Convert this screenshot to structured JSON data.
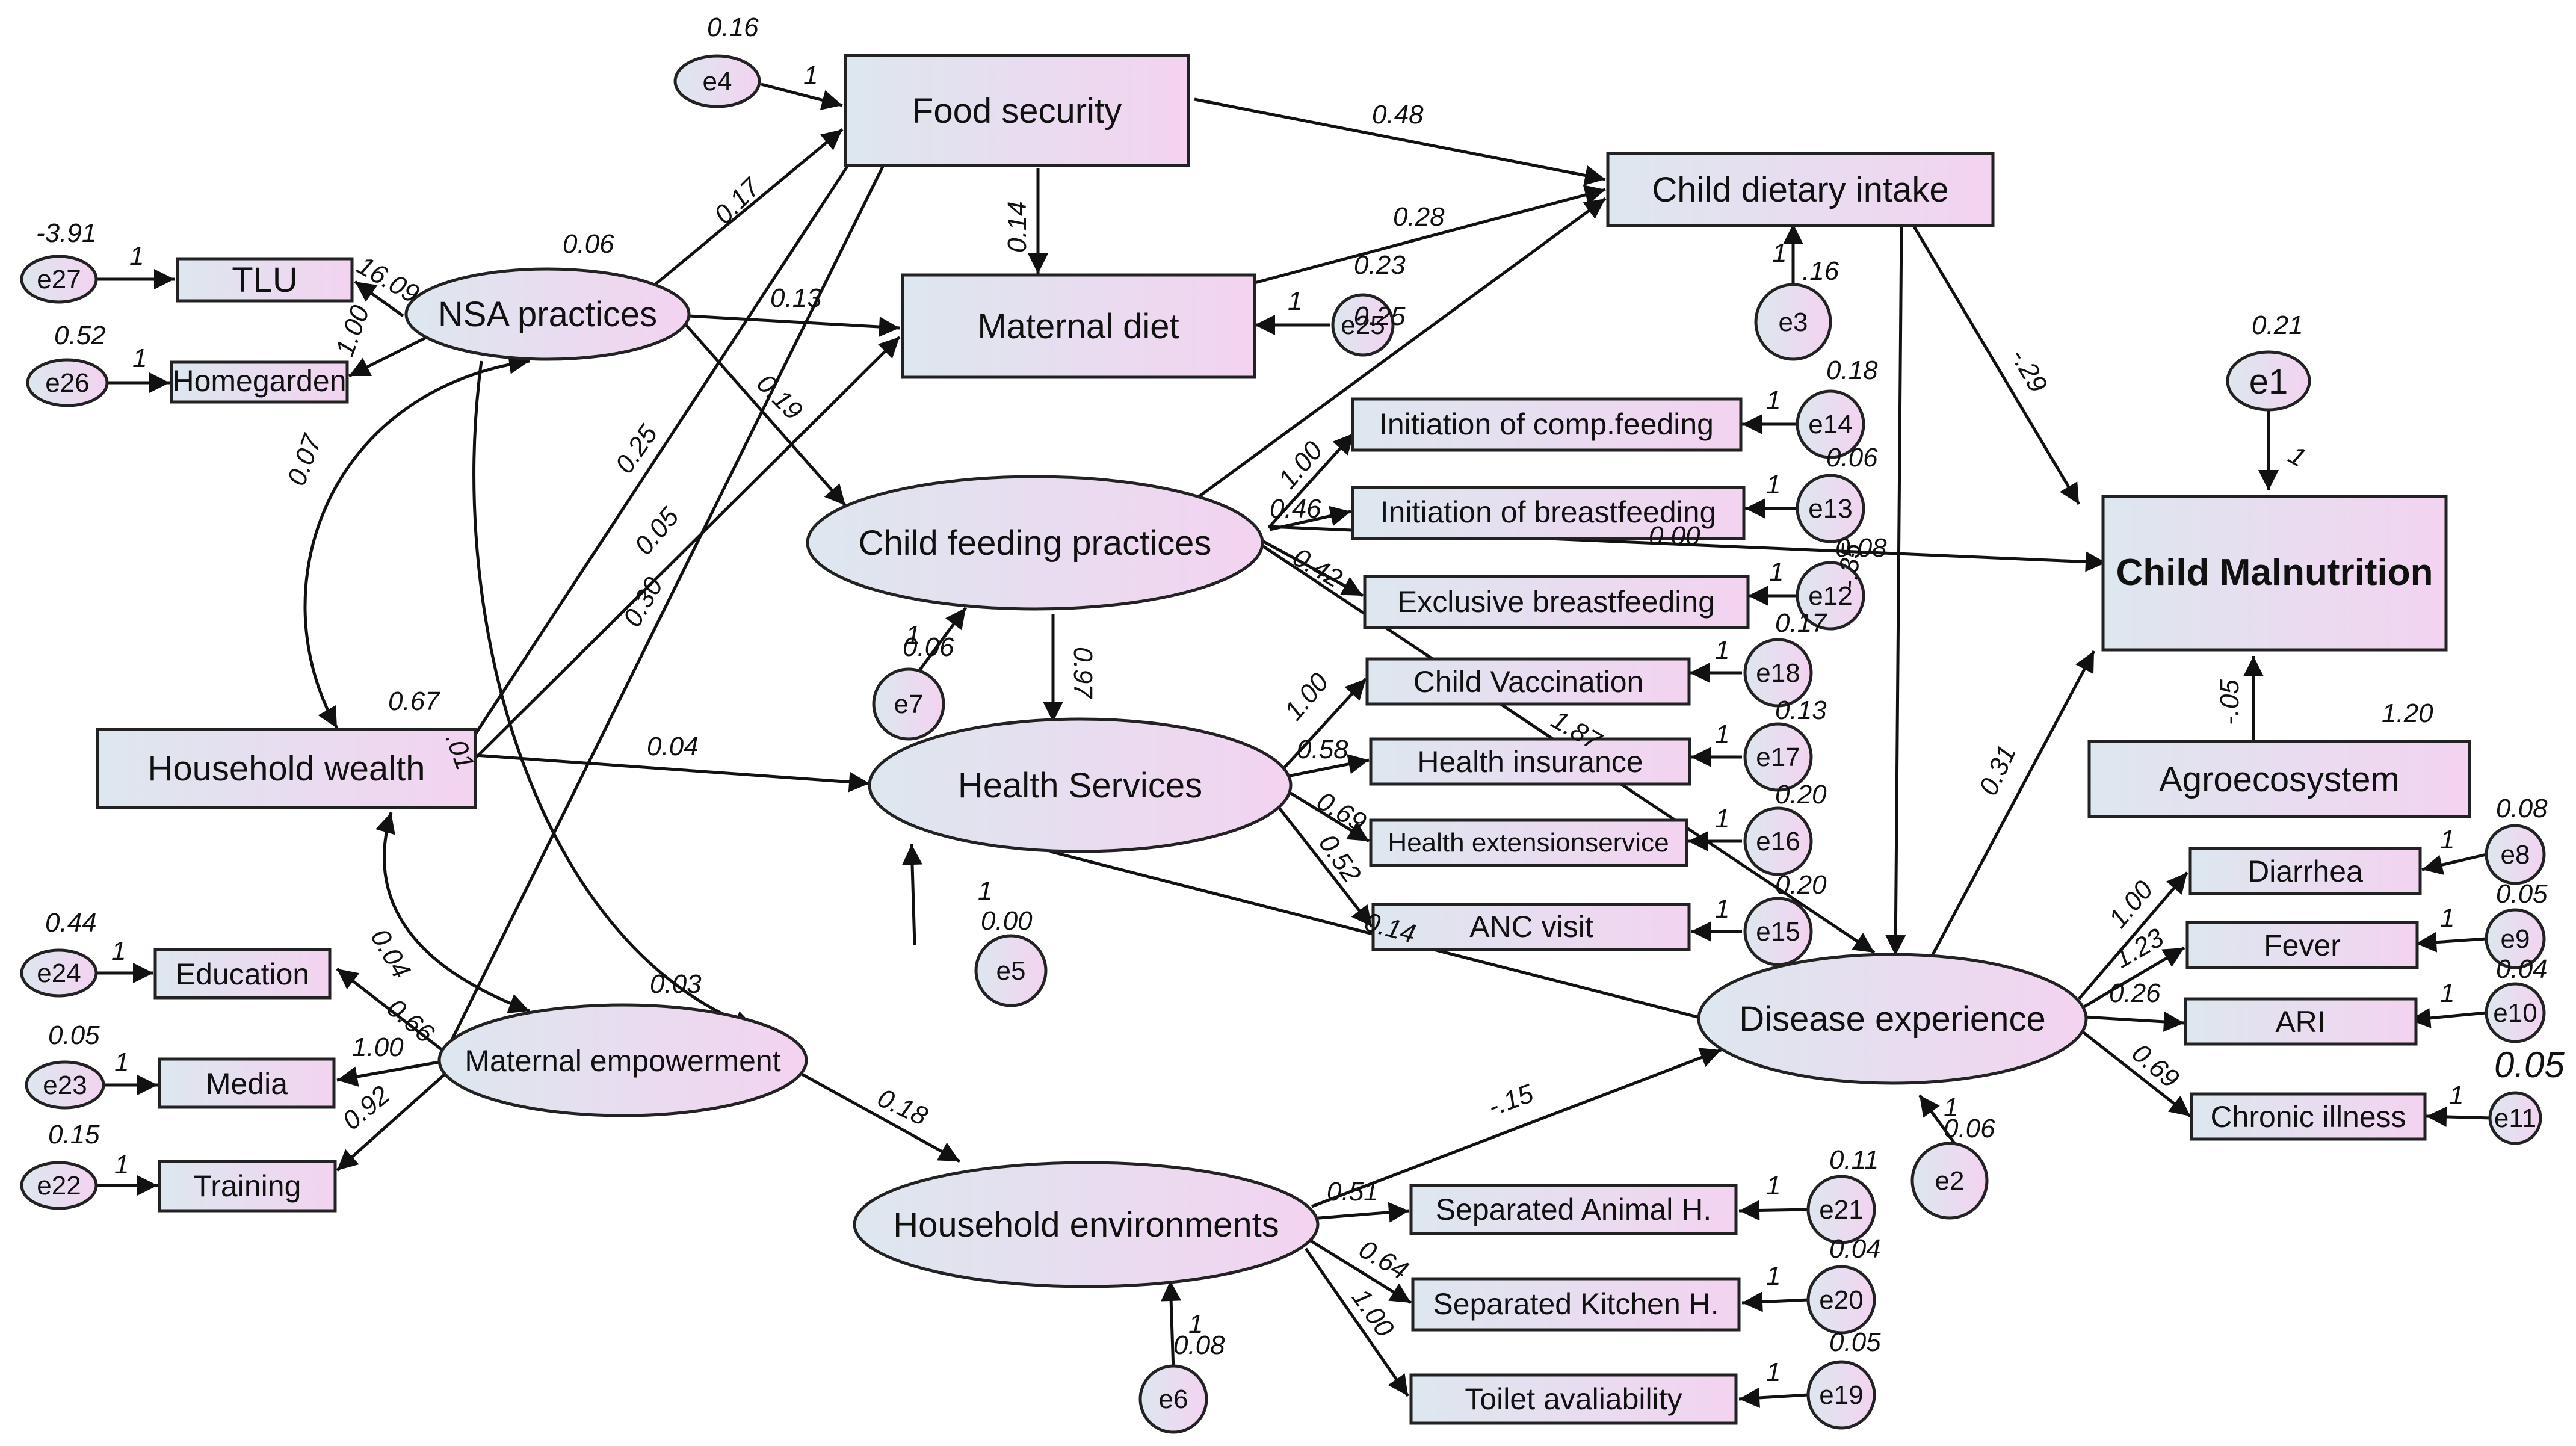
{
  "nodes": {
    "food_security": "Food security",
    "child_dietary_intake": "Child dietary intake",
    "maternal_diet": "Maternal diet",
    "nsa_practices": "NSA practices",
    "tlu": "TLU",
    "homegarden": "Homegarden",
    "child_feeding_practices": "Child feeding practices",
    "initiation_comp_feeding": "Initiation of comp.feeding",
    "initiation_breastfeeding": "Initiation of breastfeeding",
    "exclusive_breastfeeding": "Exclusive breastfeeding",
    "child_malnutrition": "Child Malnutrition",
    "household_wealth": "Household wealth",
    "health_services": "Health Services",
    "child_vaccination": "Child Vaccination",
    "health_insurance": "Health insurance",
    "health_extension": "Health extensionservice",
    "anc_visit": "ANC visit",
    "agroecosystem": "Agroecosystem",
    "education": "Education",
    "media": "Media",
    "training": "Training",
    "maternal_empowerment": "Maternal empowerment",
    "disease_experience": "Disease experience",
    "diarrhea": "Diarrhea",
    "fever": "Fever",
    "ari": "ARI",
    "chronic_illness": "Chronic illness",
    "household_environments": "Household environments",
    "separated_animal": "Separated Animal H.",
    "separated_kitchen": "Separated Kitchen H.",
    "toilet": "Toilet avaliability"
  },
  "errors": {
    "e1": "e1",
    "e2": "e2",
    "e3": "e3",
    "e4": "e4",
    "e5": "e5",
    "e6": "e6",
    "e7": "e7",
    "e8": "e8",
    "e9": "e9",
    "e10": "e10",
    "e11": "e11",
    "e12": "e12",
    "e13": "e13",
    "e14": "e14",
    "e15": "e15",
    "e16": "e16",
    "e17": "e17",
    "e18": "e18",
    "e19": "e19",
    "e20": "e20",
    "e21": "e21",
    "e22": "e22",
    "e23": "e23",
    "e24": "e24",
    "e25": "e25",
    "e26": "e26",
    "e27": "e27"
  },
  "variances": {
    "e4": "0.16",
    "e27": "-3.91",
    "e26": "0.52",
    "nsa": "0.06",
    "hw": "0.67",
    "e3": ".16",
    "e14": "0.18",
    "e13": "0.06",
    "e12": "0.08",
    "e18": "0.17",
    "e17": "0.13",
    "e16": "0.20",
    "e15": "0.20",
    "e1": "0.21",
    "agro": "1.20",
    "e8": "0.08",
    "e9": "0.05",
    "e10": "0.04",
    "e10b": "0.05",
    "e2": "0.06",
    "e21": "0.11",
    "e20": "0.04",
    "e19": "0.05",
    "e24": "0.44",
    "e23": "0.05",
    "e22": "0.15",
    "e5": "0.00",
    "e6": "0.08",
    "e7": "0.06",
    "e25": "0.25"
  },
  "coefficients": {
    "fs_cdi": "0.48",
    "md_cdi": "0.28",
    "cfp_cdi": "0.23",
    "fs_md": "0.14",
    "nsa_fs": "0.17",
    "nsa_md": "0.13",
    "nsa_cfp": "0.19",
    "hw_fs": "0.25",
    "hw_md": "0.05",
    "me_fs": "0.30",
    "nsa_hw": "0.07",
    "hw_hs": "0.04",
    "hw_tlu": "16.09",
    "nsa_home": "1.00",
    "cfp_icf": "1.00",
    "cfp_ibf": "0.46",
    "cfp_ebf": "0.42",
    "cfp_cm": "0.00",
    "cfp_hs": "0.97",
    "cfp_de": "1.87",
    "cdi_cm": "-.29",
    "cdi_de": "-.35",
    "hs_cv": "1.00",
    "hs_hi": "0.58",
    "hs_he": "0.69",
    "hs_anc": "0.52",
    "hs_de": "0.14",
    "de_cm": "0.31",
    "agro_cm": "-.05",
    "de_diarrhea": "1.00",
    "de_fever": "1.23",
    "de_ari": "0.26",
    "de_chronic": "0.69",
    "he_de": "-.15",
    "he_animal": "0.51",
    "he_kitchen": "0.64",
    "he_toilet": "1.00",
    "me_he": "0.18",
    "me_edu": "0.04",
    "me_media": "1.00",
    "me_train": "0.92",
    "hw_me": "0.66",
    "nsa_me": "0.03",
    "hw_nsa": ".01",
    "one": "1"
  }
}
